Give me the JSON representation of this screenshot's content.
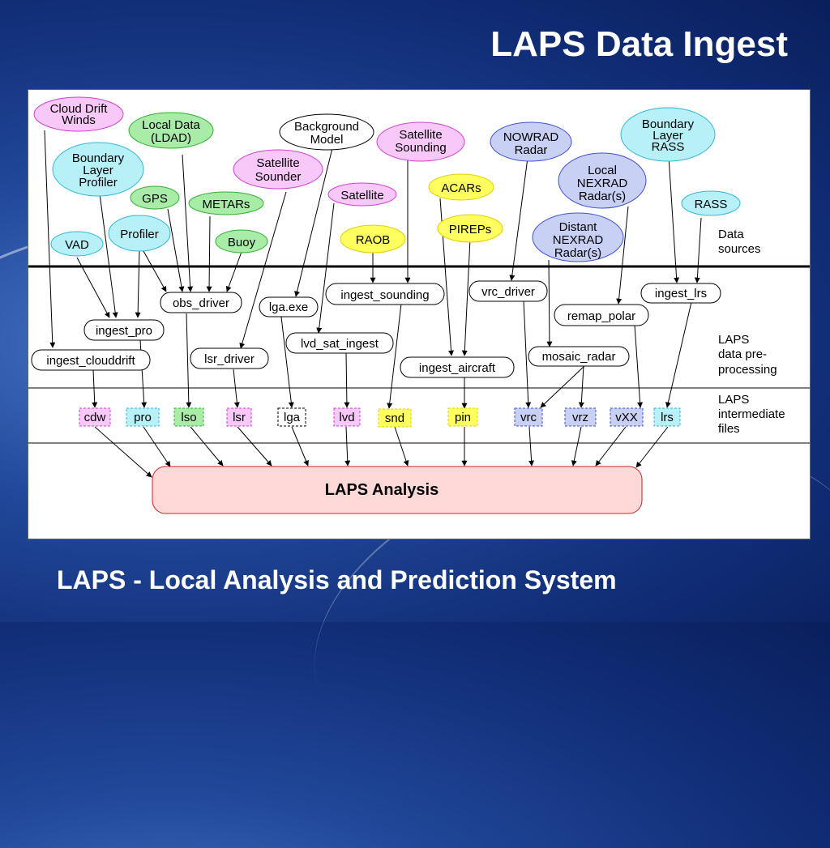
{
  "title": "LAPS Data Ingest",
  "footer": "LAPS - Local Analysis and Prediction System",
  "colors": {
    "pink": "#f8c8f8",
    "pink_stroke": "#d040d0",
    "green": "#a8eca8",
    "green_stroke": "#30b030",
    "cyan": "#b8f0f8",
    "cyan_stroke": "#30b8d8",
    "yellow": "#ffff60",
    "yellow_stroke": "#e0d000",
    "blue": "#c8d0f4",
    "blue_stroke": "#4050d0",
    "analysis_fill": "#ffd8d8",
    "analysis_stroke": "#d02020"
  },
  "tiers": {
    "data_sources": [
      "Data",
      "sources"
    ],
    "preprocessing": [
      "LAPS",
      "data pre-",
      "processing"
    ],
    "intermediate": [
      "LAPS",
      "intermediate",
      "files"
    ]
  },
  "sources": {
    "cloud_drift": [
      "Cloud Drift",
      "Winds"
    ],
    "local_data": [
      "Local Data",
      "(LDAD)"
    ],
    "background": [
      "Background",
      "Model"
    ],
    "sat_sounding": [
      "Satellite",
      "Sounding"
    ],
    "nowrad": [
      "NOWRAD",
      "Radar"
    ],
    "bl_rass": [
      "Boundary",
      "Layer",
      "RASS"
    ],
    "bl_profiler": [
      "Boundary",
      "Layer",
      "Profiler"
    ],
    "sat_sounder": [
      "Satellite",
      "Sounder"
    ],
    "local_nexrad": [
      "Local",
      "NEXRAD",
      "Radar(s)"
    ],
    "gps": "GPS",
    "metars": "METARs",
    "satellite": "Satellite",
    "acars": "ACARs",
    "rass": "RASS",
    "vad": "VAD",
    "profiler": "Profiler",
    "buoy": "Buoy",
    "raob": "RAOB",
    "pireps": "PIREPs",
    "distant_nexrad": [
      "Distant",
      "NEXRAD",
      "Radar(s)"
    ]
  },
  "processors": {
    "obs_driver": "obs_driver",
    "lga_exe": "lga.exe",
    "ingest_sounding": "ingest_sounding",
    "vrc_driver": "vrc_driver",
    "ingest_lrs": "ingest_lrs",
    "ingest_pro": "ingest_pro",
    "remap_polar": "remap_polar",
    "lvd_sat_ingest": "lvd_sat_ingest",
    "ingest_clouddrift": "ingest_clouddrift",
    "lsr_driver": "lsr_driver",
    "ingest_aircraft": "ingest_aircraft",
    "mosaic_radar": "mosaic_radar"
  },
  "files": {
    "cdw": "cdw",
    "pro": "pro",
    "lso": "lso",
    "lsr": "lsr",
    "lga": "lga",
    "lvd": "lvd",
    "snd": "snd",
    "pin": "pin",
    "vrc": "vrc",
    "vrz": "vrz",
    "vxx": "vXX",
    "lrs": "lrs"
  },
  "analysis": "LAPS Analysis"
}
